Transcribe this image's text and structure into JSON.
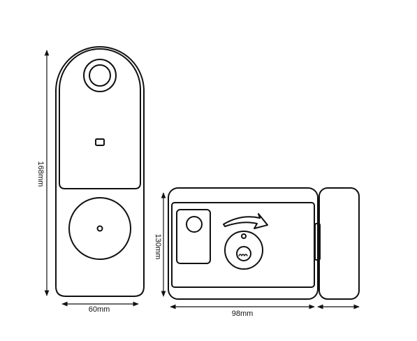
{
  "colors": {
    "stroke": "#111111",
    "background": "#ffffff"
  },
  "dimensions": {
    "height": "168mm",
    "width": "60mm",
    "box_height": "130mm",
    "box_width": "98mm"
  }
}
